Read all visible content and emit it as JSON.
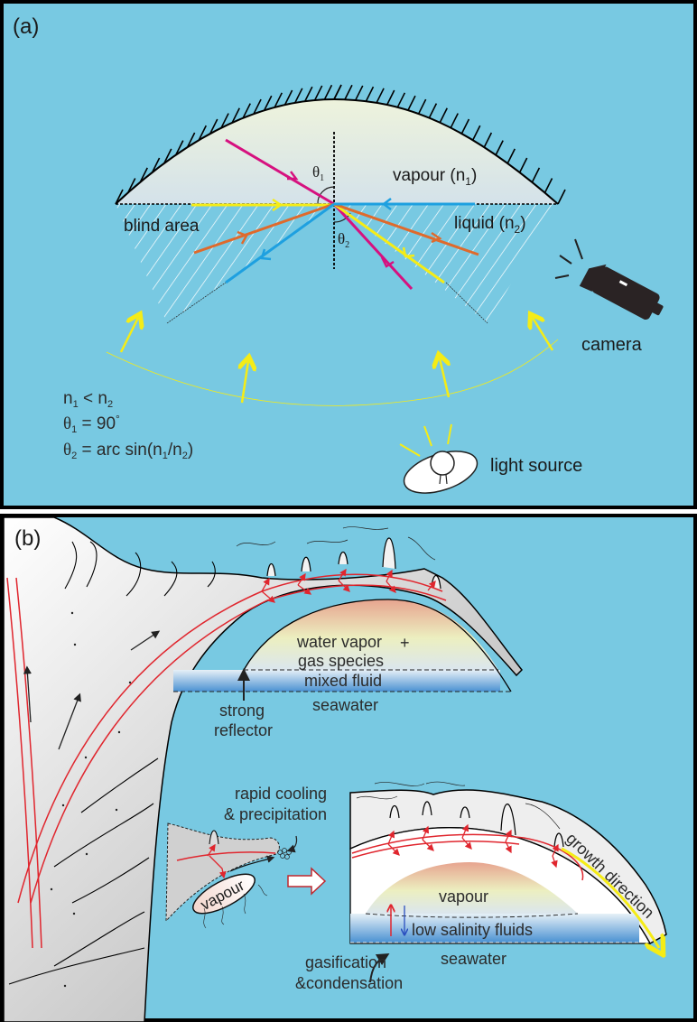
{
  "panel_a": {
    "label": "(a)",
    "vapour": "vapour (n",
    "vapour_sub": "1",
    "liquid": "liquid (n",
    "liquid_sub": "2",
    "blind_area": "blind area",
    "theta": "θ",
    "theta1_sub": "1",
    "theta2_sub": "2",
    "camera": "camera",
    "light_source": "light source",
    "eq1": {
      "a": "n",
      "a_sub": "1",
      "op": " < n",
      "b_sub": "2"
    },
    "eq2": {
      "a": "θ",
      "a_sub": "1",
      "rest": " = 90",
      "deg": "°"
    },
    "eq3": {
      "a": "θ",
      "a_sub": "2",
      "rest": " = arc sin(n",
      "s1": "1",
      "mid": "/n",
      "s2": "2",
      "end": ")"
    },
    "colors": {
      "background": "#78c9e2",
      "magenta": "#d6117f",
      "yellow": "#f5ec16",
      "orange": "#df6a2c",
      "blue": "#1ea0e0"
    }
  },
  "panel_b": {
    "label": "(b)",
    "water_vapor": "water vapor",
    "gas_species": "gas species",
    "plus": "+",
    "mixed_fluid": "mixed fluid",
    "seawater_top": "seawater",
    "strong": "strong",
    "reflector": "reflector",
    "rapid_cooling": "rapid cooling",
    "precipitation": "& precipitation",
    "vapour_small": "vapour",
    "vapour_big": "vapour",
    "low_salinity": "low salinity fluids",
    "seawater_bottom": "seawater",
    "gasification": "gasification",
    "condensation": "&condensation",
    "growth_direction": "growth direction",
    "colors": {
      "flow": "#e0262e",
      "growth_arrow": "#f5ec16"
    }
  }
}
